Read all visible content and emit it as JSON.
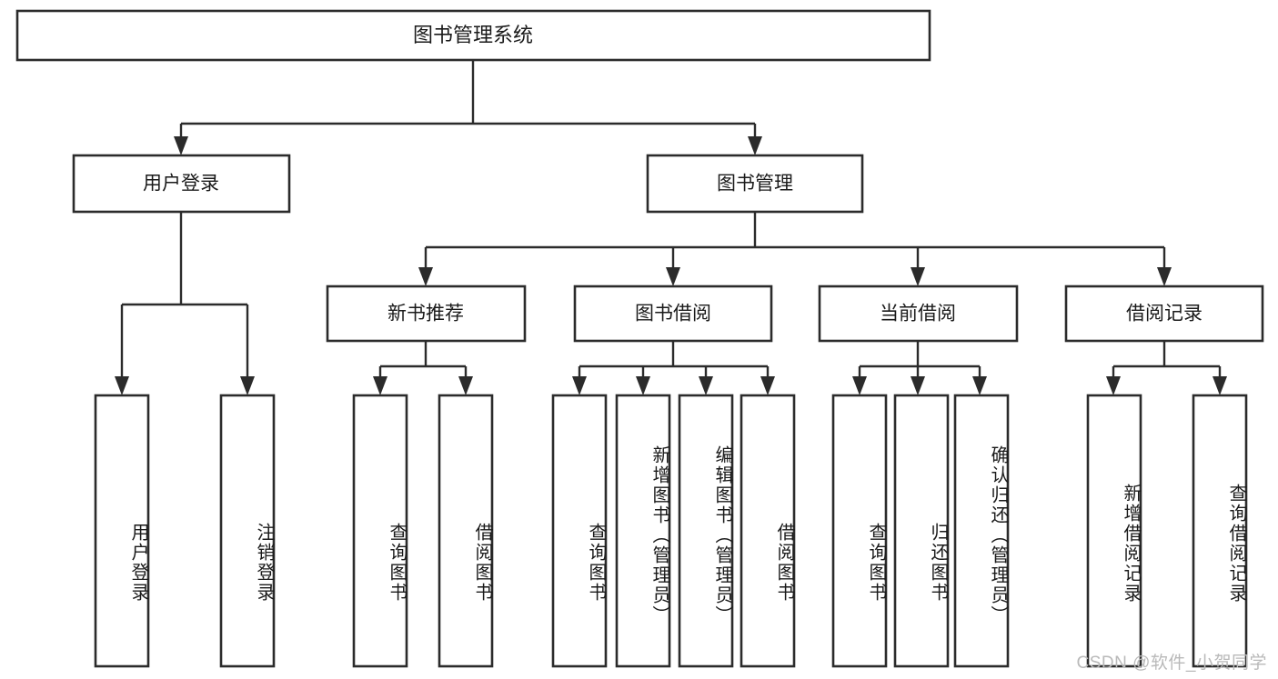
{
  "diagram": {
    "type": "tree",
    "title": "图书管理系统",
    "watermark": "CSDN @软件_小贺同学",
    "colors": {
      "box_stroke": "#2b2b2b",
      "box_fill": "#ffffff",
      "connector": "#2b2b2b",
      "text": "#1a1a1a",
      "watermark": "#b9b9b9",
      "background": "#ffffff"
    },
    "root": {
      "label": "图书管理系统"
    },
    "level2": [
      {
        "label": "用户登录"
      },
      {
        "label": "图书管理"
      }
    ],
    "level3": [
      {
        "label": "新书推荐"
      },
      {
        "label": "图书借阅"
      },
      {
        "label": "当前借阅"
      },
      {
        "label": "借阅记录"
      }
    ],
    "leaves": {
      "user_login": [
        {
          "label": "用户登录"
        },
        {
          "label": "注销登录"
        }
      ],
      "new_book": [
        {
          "label": "查询图书"
        },
        {
          "label": "借阅图书"
        }
      ],
      "book_borrow": [
        {
          "label": "查询图书"
        },
        {
          "label": "新增图书（管理员）"
        },
        {
          "label": "编辑图书（管理员）"
        },
        {
          "label": "借阅图书"
        }
      ],
      "current_borrow": [
        {
          "label": "查询图书"
        },
        {
          "label": "归还图书"
        },
        {
          "label": "确认归还（管理员）"
        }
      ],
      "borrow_record": [
        {
          "label": "新增借阅记录"
        },
        {
          "label": "查询借阅记录"
        }
      ]
    }
  }
}
